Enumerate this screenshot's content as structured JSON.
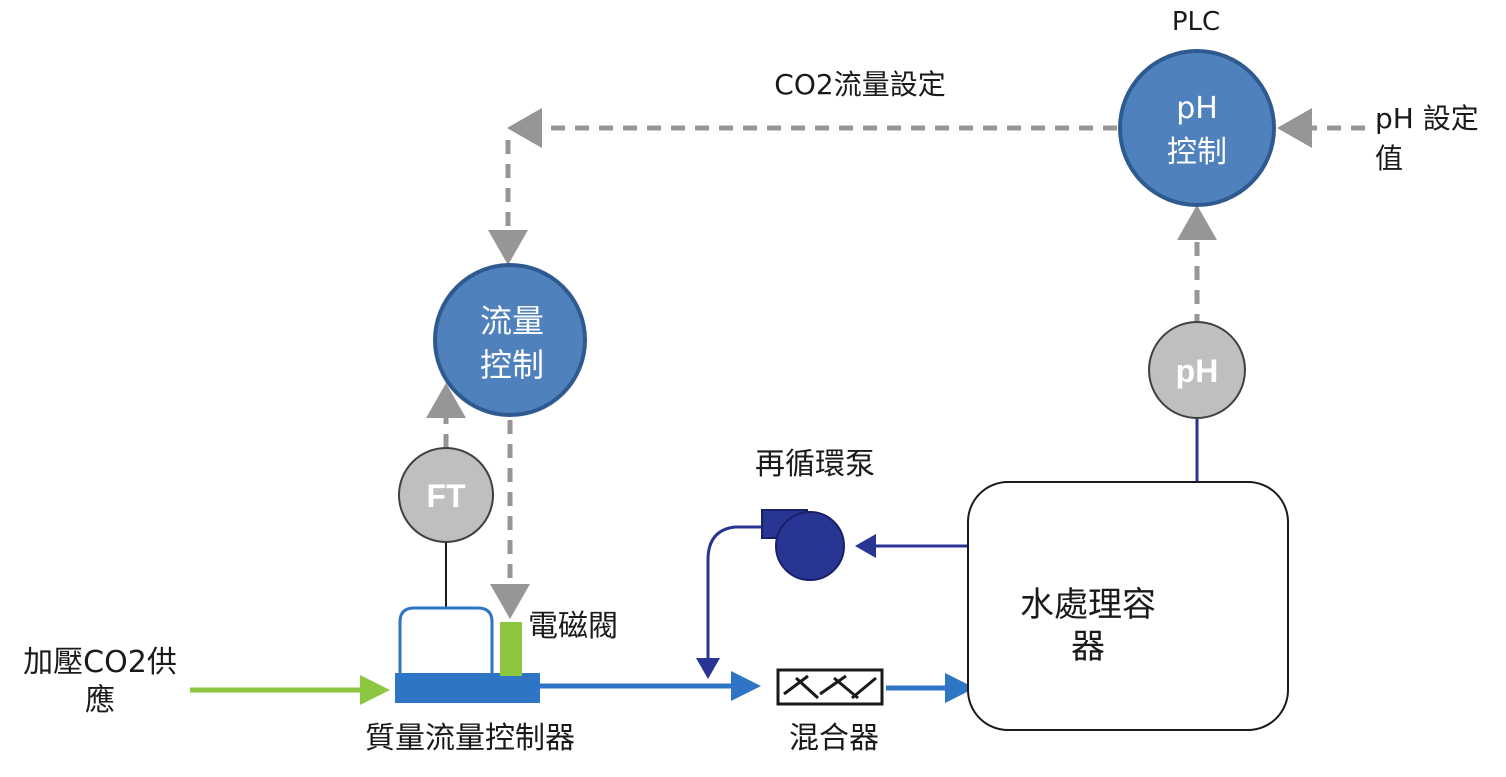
{
  "labels": {
    "plc": "PLC",
    "ph_control_line1": "pH",
    "ph_control_line2": "控制",
    "ph_setpoint_line1": "pH 設定",
    "ph_setpoint_line2": "值",
    "co2_flow_setpoint": "CO2流量設定",
    "flow_control_line1": "流量",
    "flow_control_line2": "控制",
    "ft": "FT",
    "ph_sensor": "pH",
    "recirc_pump": "再循環泵",
    "tank_line1": "水處理容",
    "tank_line2": "器",
    "solenoid_valve": "電磁閥",
    "supply_line1": "加壓CO2供",
    "supply_line2": "應",
    "mfc": "質量流量控制器",
    "mixer": "混合器"
  },
  "colors": {
    "controller_fill": "#4f81bd",
    "controller_stroke": "#2f5a8f",
    "sensor_fill": "#bfbfbf",
    "sensor_stroke": "#404040",
    "signal_dash": "#969696",
    "co2_green": "#8dc63f",
    "flow_blue": "#2e75c6",
    "pump_navy": "#283593",
    "valve_green": "#8dc63f"
  }
}
